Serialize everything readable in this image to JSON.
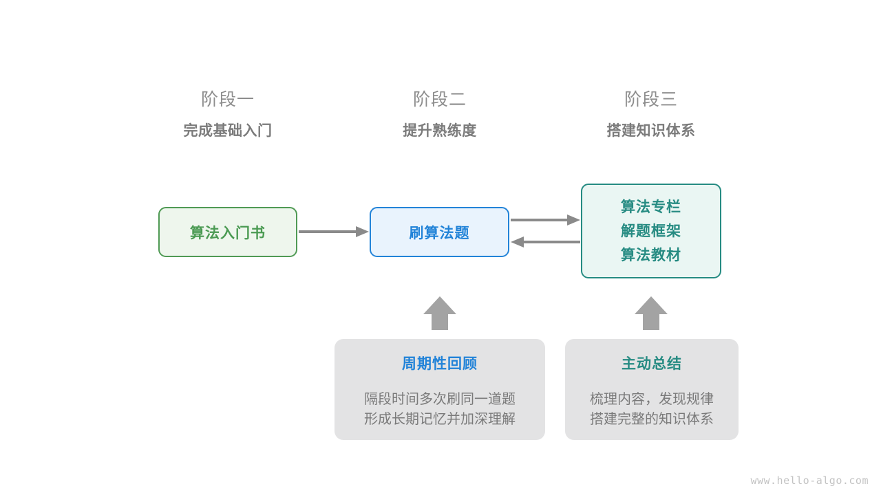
{
  "stages": [
    {
      "title": "阶段一",
      "subtitle": "完成基础入门"
    },
    {
      "title": "阶段二",
      "subtitle": "提升熟练度"
    },
    {
      "title": "阶段三",
      "subtitle": "搭建知识体系"
    }
  ],
  "nodes": {
    "book": {
      "label": "算法入门书",
      "color": "#4a9a52"
    },
    "practice": {
      "label": "刷算法题",
      "color": "#2283d8"
    },
    "system": {
      "line1": "算法专栏",
      "line2": "解题框架",
      "line3": "算法教材",
      "color": "#268b82"
    }
  },
  "notes": [
    {
      "title": "周期性回顾",
      "line1": "隔段时间多次刷同一道题",
      "line2": "形成长期记忆并加深理解",
      "title_color": "#2283d8"
    },
    {
      "title": "主动总结",
      "line1": "梳理内容，发现规律",
      "line2": "搭建完整的知识体系",
      "title_color": "#268b82"
    }
  ],
  "connectors": {
    "arrow_color": "#8a8a8a",
    "book_to_practice": "arrow-right",
    "practice_to_system": "arrow-right",
    "system_to_practice": "arrow-left",
    "review_to_practice": "block-arrow-up",
    "summary_to_system": "block-arrow-up"
  },
  "watermark": "www.hello-algo.com"
}
